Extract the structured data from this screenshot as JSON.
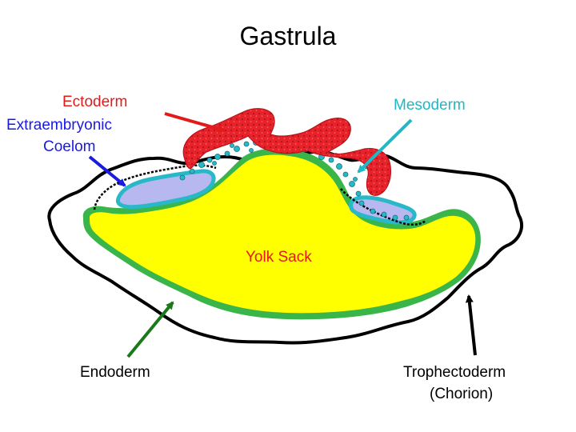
{
  "title": "Gastrula",
  "labels": {
    "ectoderm": "Ectoderm",
    "coelom_line1": "Extraembryonic",
    "coelom_line2": "Coelom",
    "mesoderm": "Mesoderm",
    "yolk_sack": "Yolk Sack",
    "endoderm": "Endoderm",
    "trophectoderm_line1": "Trophectoderm",
    "trophectoderm_line2": "(Chorion)"
  },
  "colors": {
    "ectoderm": "#e8222a",
    "mesoderm": "#29b8c8",
    "coelom": "#b8b8f0",
    "yolk": "#ffff00",
    "endoderm": "#39b54a",
    "outline": "#000000",
    "arrow_ectoderm": "#e31a1a",
    "arrow_coelom": "#1a1ae0",
    "arrow_mesoderm": "#1fb8c4",
    "arrow_endoderm": "#1a7a1a",
    "arrow_trophectoderm": "#000000"
  }
}
